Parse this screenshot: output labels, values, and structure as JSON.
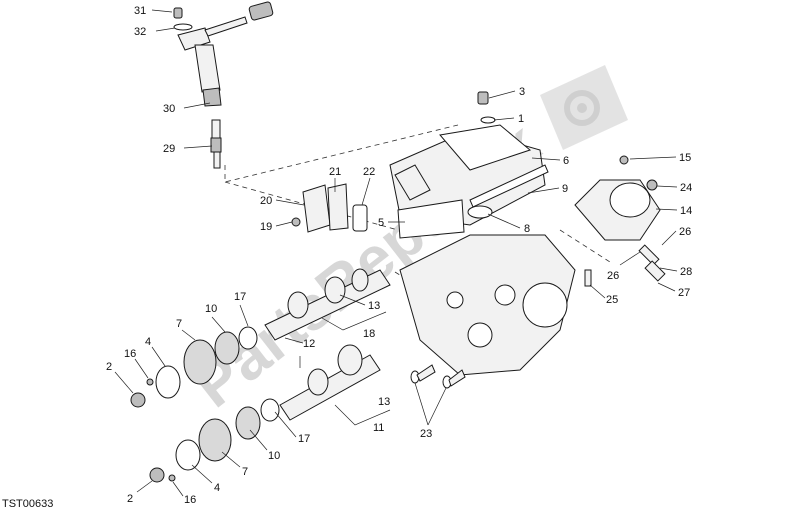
{
  "drawing_code": "TST00633",
  "watermark": {
    "text": "PartsRepublik",
    "icon": "gear-flag-icon",
    "color": "#d7d7d7"
  },
  "callouts": [
    {
      "id": "c31",
      "label": "31"
    },
    {
      "id": "c32",
      "label": "32"
    },
    {
      "id": "c30",
      "label": "30"
    },
    {
      "id": "c29",
      "label": "29"
    },
    {
      "id": "c3",
      "label": "3"
    },
    {
      "id": "c1",
      "label": "1"
    },
    {
      "id": "c6",
      "label": "6"
    },
    {
      "id": "c9",
      "label": "9"
    },
    {
      "id": "c8",
      "label": "8"
    },
    {
      "id": "c15",
      "label": "15"
    },
    {
      "id": "c24",
      "label": "24"
    },
    {
      "id": "c14",
      "label": "14"
    },
    {
      "id": "c26",
      "label": "26"
    },
    {
      "id": "c28",
      "label": "28"
    },
    {
      "id": "c27",
      "label": "27"
    },
    {
      "id": "c26b",
      "label": "26"
    },
    {
      "id": "c25",
      "label": "25"
    },
    {
      "id": "c20",
      "label": "20"
    },
    {
      "id": "c21",
      "label": "21"
    },
    {
      "id": "c22",
      "label": "22"
    },
    {
      "id": "c19",
      "label": "19"
    },
    {
      "id": "c5",
      "label": "5"
    },
    {
      "id": "c13a",
      "label": "13"
    },
    {
      "id": "c18",
      "label": "18"
    },
    {
      "id": "c12",
      "label": "12"
    },
    {
      "id": "c17a",
      "label": "17"
    },
    {
      "id": "c10a",
      "label": "10"
    },
    {
      "id": "c7a",
      "label": "7"
    },
    {
      "id": "c4a",
      "label": "4"
    },
    {
      "id": "c16a",
      "label": "16"
    },
    {
      "id": "c2a",
      "label": "2"
    },
    {
      "id": "c13b",
      "label": "13"
    },
    {
      "id": "c11",
      "label": "11"
    },
    {
      "id": "c23",
      "label": "23"
    },
    {
      "id": "c17b",
      "label": "17"
    },
    {
      "id": "c10b",
      "label": "10"
    },
    {
      "id": "c7b",
      "label": "7"
    },
    {
      "id": "c4b",
      "label": "4"
    },
    {
      "id": "c2b",
      "label": "2"
    },
    {
      "id": "c16b",
      "label": "16"
    }
  ]
}
